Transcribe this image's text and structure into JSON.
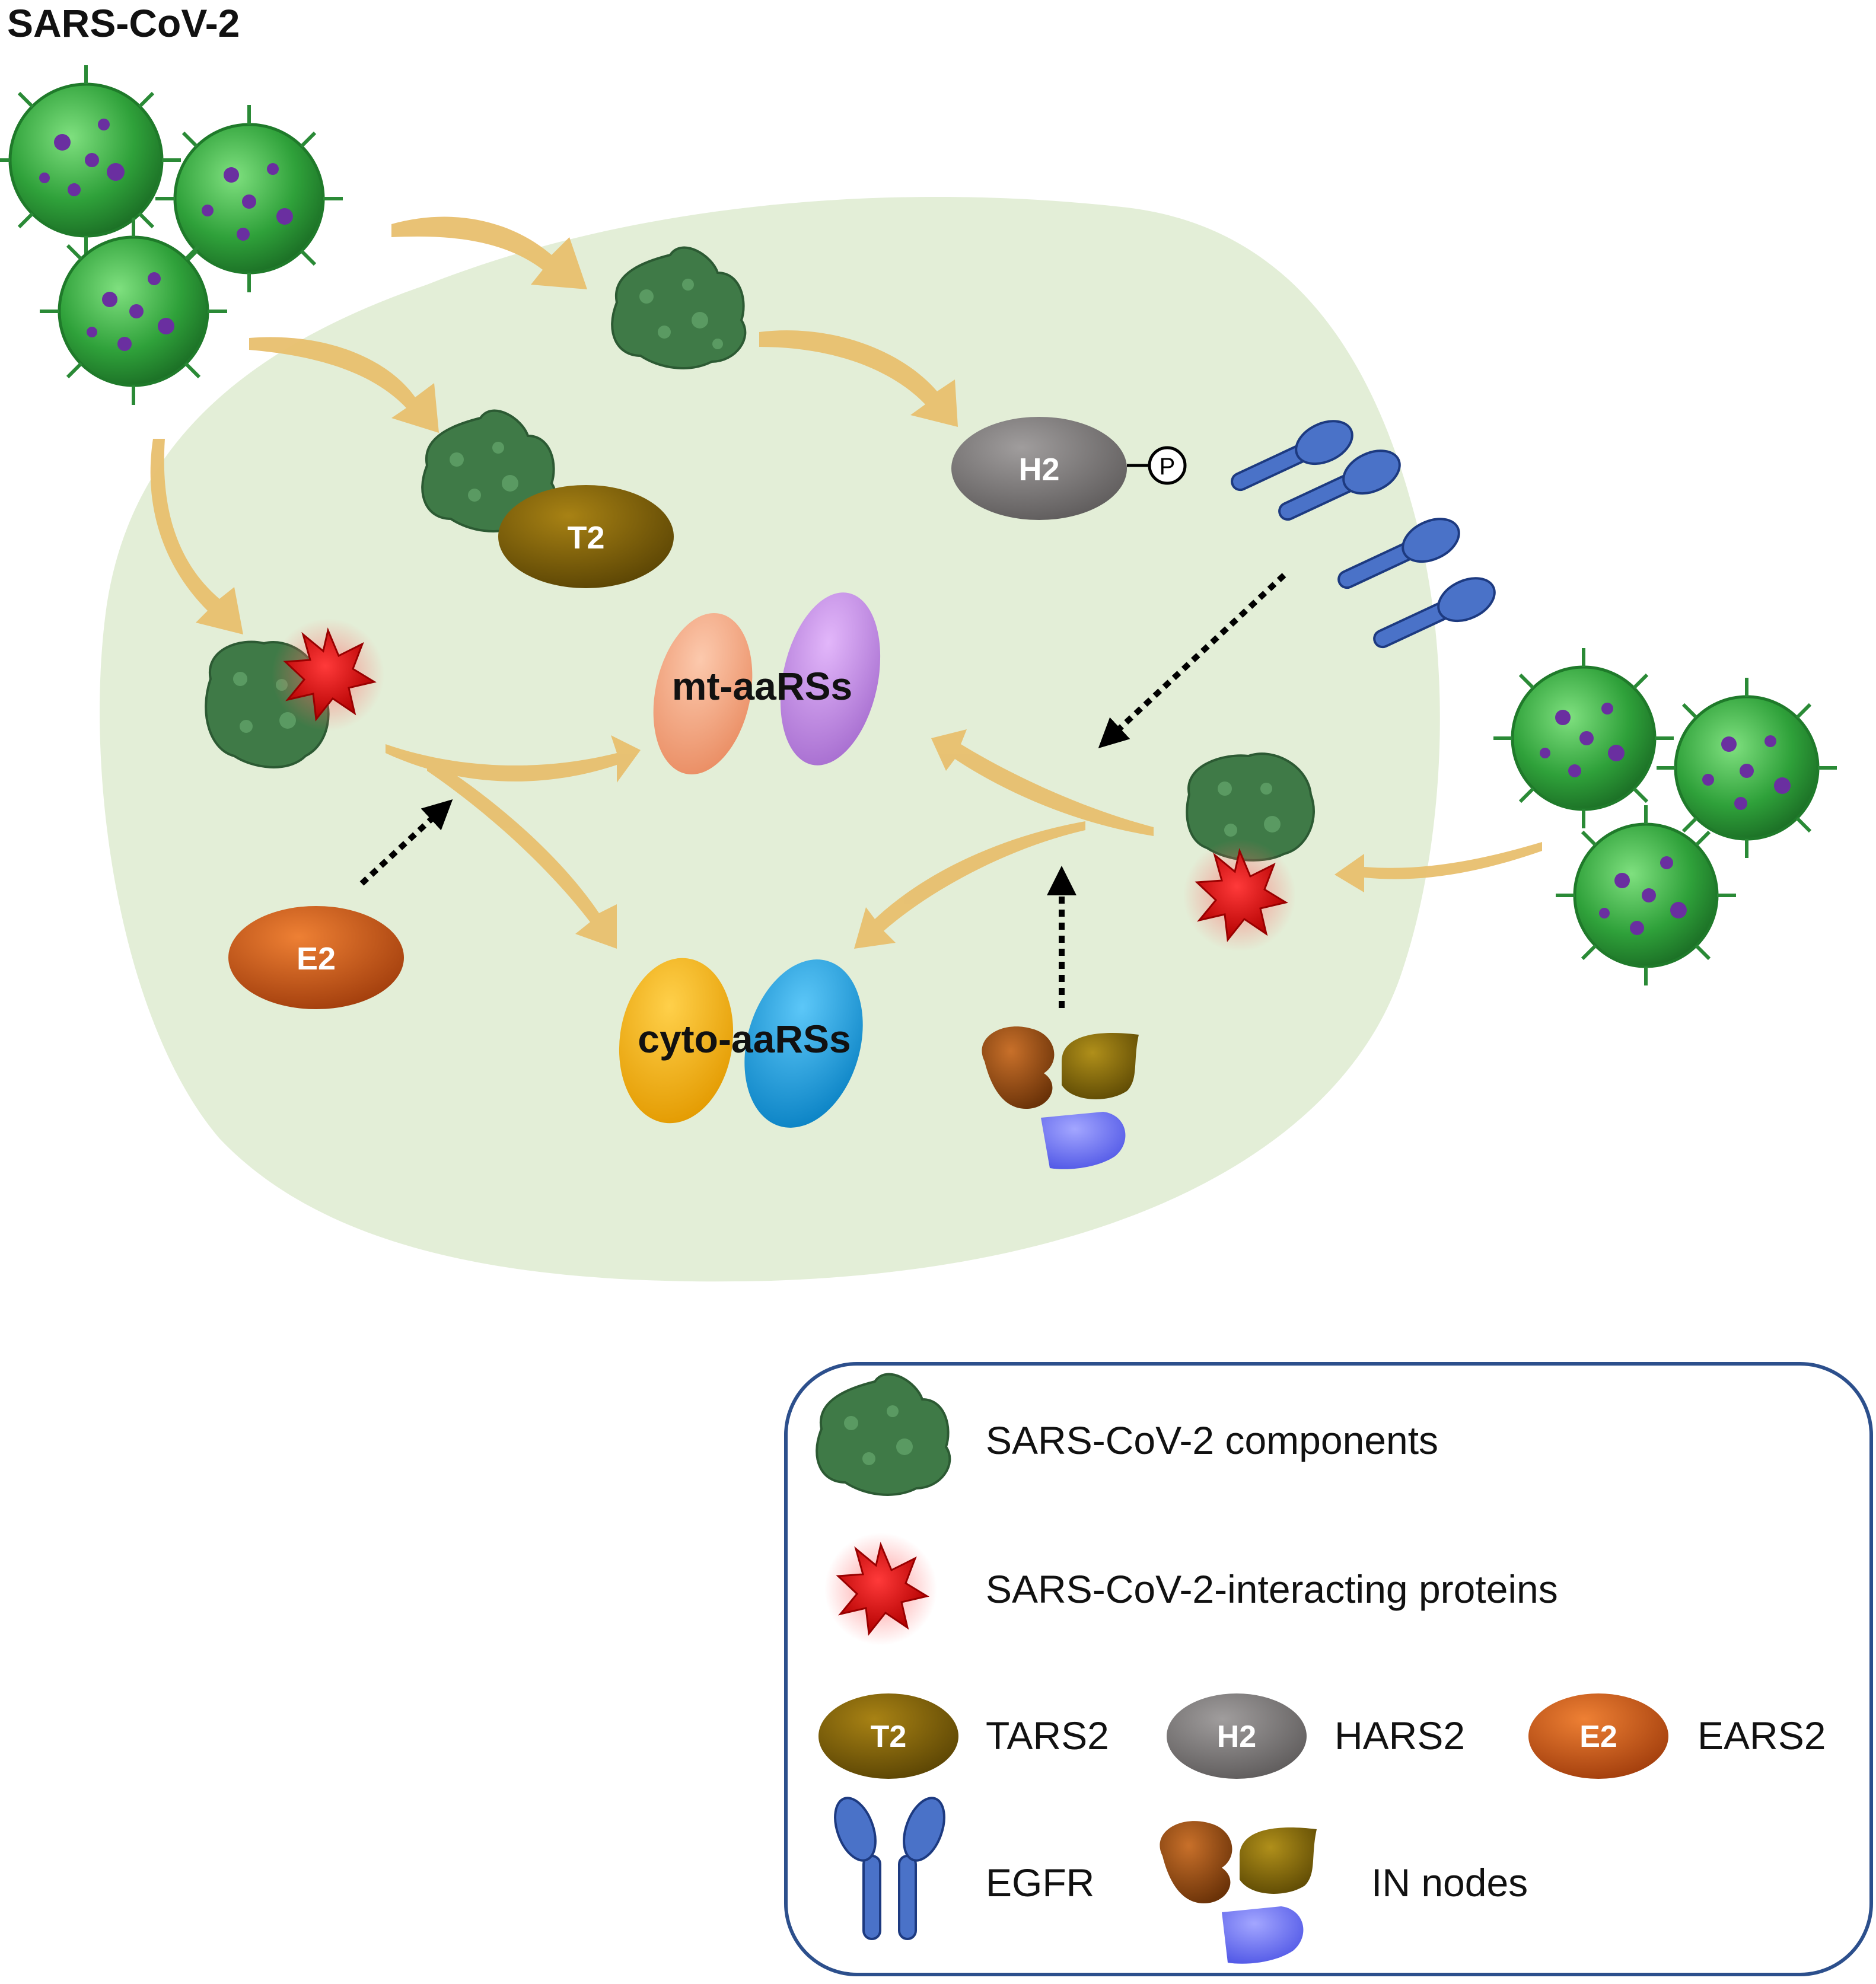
{
  "title": "SARS-CoV-2",
  "labels": {
    "t2": "T2",
    "h2": "H2",
    "e2": "E2",
    "phospho": "P",
    "mt_aars": "mt-aaRSs",
    "cyto_aars": "cyto-aaRSs"
  },
  "legend": {
    "components": "SARS-CoV-2 components",
    "interacting": "SARS-CoV-2-interacting proteins",
    "tars2": "TARS2",
    "hars2": "HARS2",
    "ears2": "EARS2",
    "t2": "T2",
    "h2": "H2",
    "e2": "E2",
    "egfr": "EGFR",
    "in_nodes": "IN nodes"
  },
  "colors": {
    "cell": "#e3eed7",
    "arrow": "#e8bf6e",
    "t2": "#7a5c08",
    "h2": "#7b7878",
    "e2": "#c4561a",
    "mt_left": "#f4a883",
    "mt_right": "#c88be8",
    "cyto_left": "#f8b400",
    "cyto_right": "#109ee4",
    "egfr": "#4a72c8",
    "virus": "#3cae3c",
    "virus_spot": "#6a2fa0",
    "protein": "#3f7a47",
    "star": "#e21010",
    "legend_border": "#2c4f8c"
  }
}
